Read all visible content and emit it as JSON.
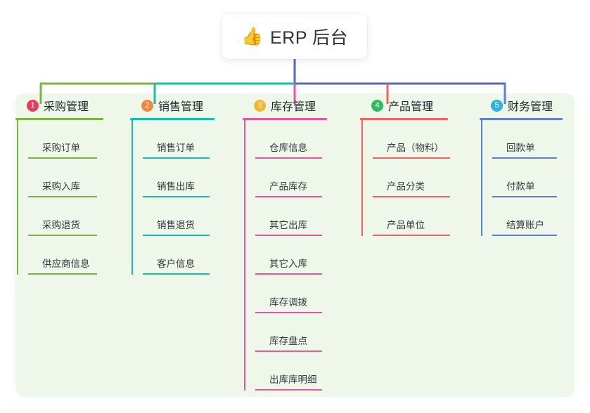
{
  "diagram": {
    "type": "mindmap",
    "root": {
      "icon": "thumbs-up-icon",
      "emoji": "👍",
      "title": "ERP 后台"
    },
    "panel_color": "#eef7e9",
    "center_connector_color": "#5b63c4",
    "branches": [
      {
        "number": "1",
        "title": "采购管理",
        "color": "#7cb342",
        "badge_color": "#ec3a5e",
        "items": [
          "采购订单",
          "采购入库",
          "采购退货",
          "供应商信息"
        ]
      },
      {
        "number": "2",
        "title": "销售管理",
        "color": "#15bfae",
        "badge_color": "#f5883c",
        "items": [
          "销售订单",
          "销售出库",
          "销售退货",
          "客户信息"
        ]
      },
      {
        "number": "3",
        "title": "库存管理",
        "color": "#e8559e",
        "badge_color": "#f5b731",
        "items": [
          "仓库信息",
          "产品库存",
          "其它出库",
          "其它入库",
          "库存调拨",
          "库存盘点",
          "出库库明细"
        ]
      },
      {
        "number": "4",
        "title": "产品管理",
        "color": "#f4615f",
        "badge_color": "#2ebd59",
        "items": [
          "产品（物料）",
          "产品分类",
          "产品单位"
        ]
      },
      {
        "number": "5",
        "title": "财务管理",
        "color": "#5b7fd4",
        "badge_color": "#2ab2e8",
        "items": [
          "回款单",
          "付款单",
          "结算账户"
        ]
      }
    ]
  }
}
